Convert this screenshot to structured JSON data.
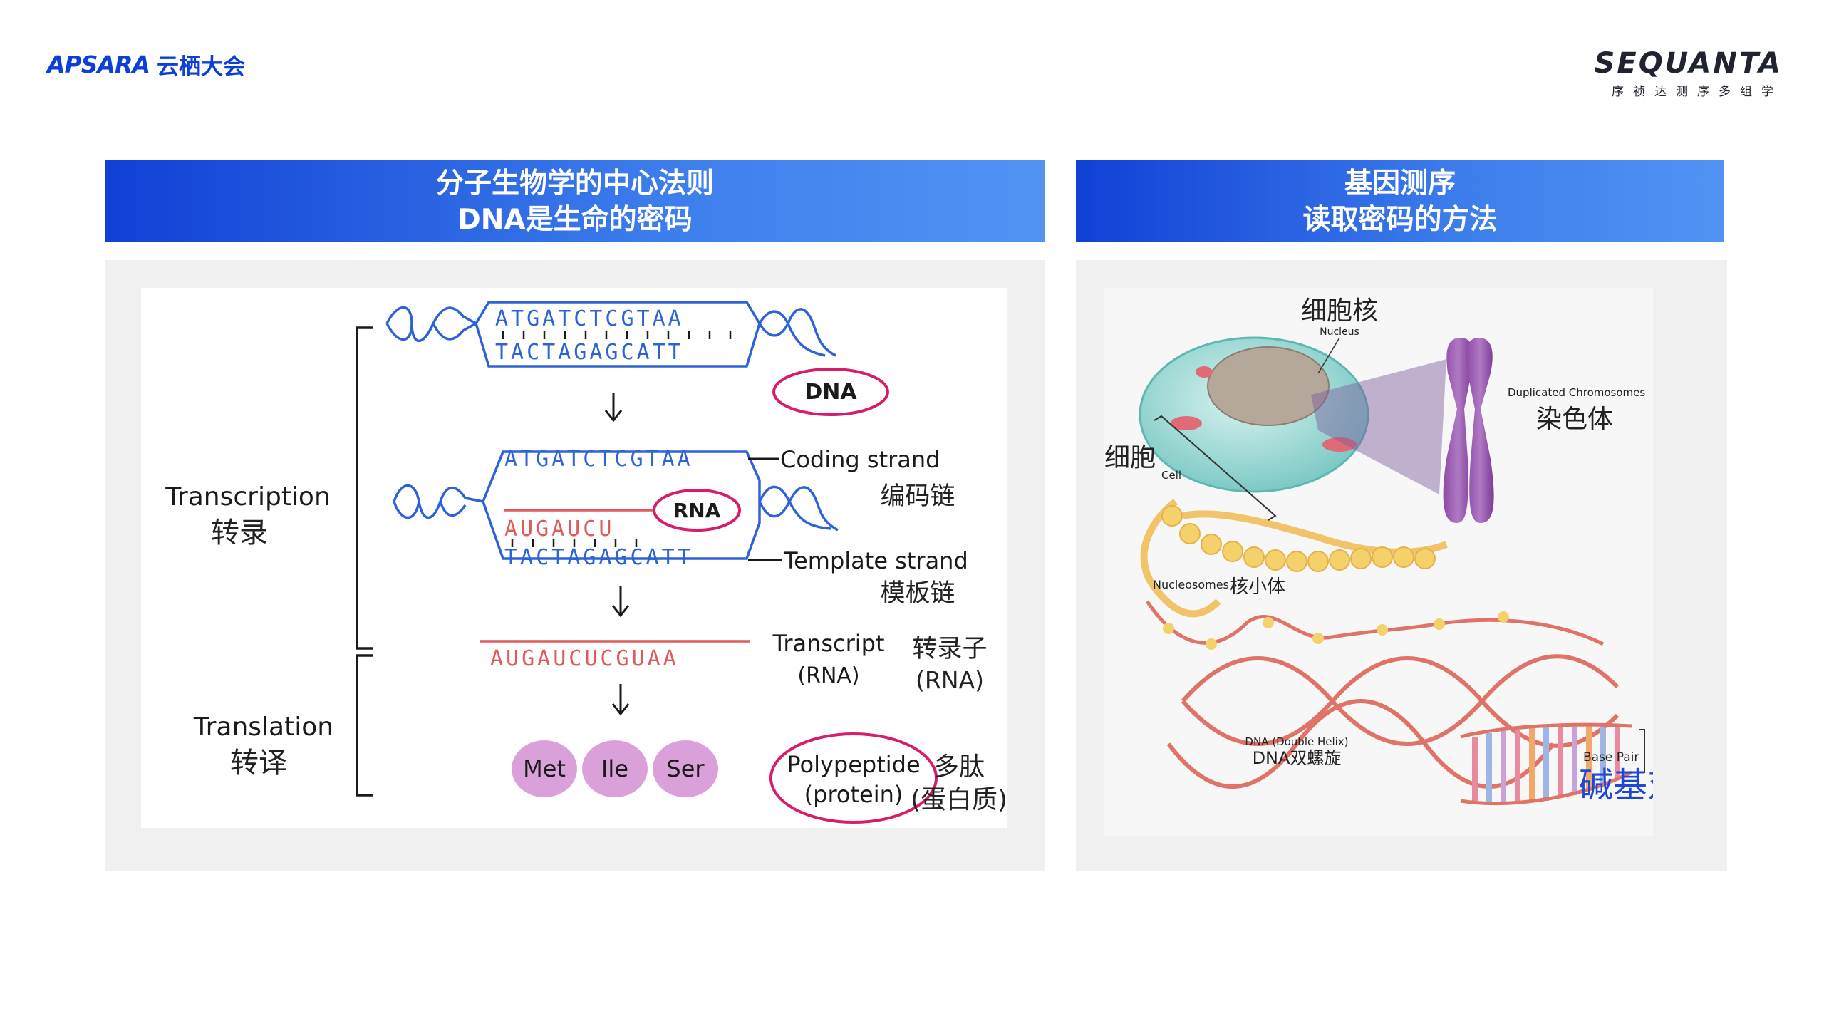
{
  "logos": {
    "apsara_word": "APSARA",
    "apsara_cn": "云栖大会",
    "sequanta_word": "SEQUANTA",
    "sequanta_cn": "序祯达测序多组学"
  },
  "left_panel": {
    "title_line1": "分子生物学的中心法则",
    "title_line2": "DNA是生命的密码",
    "figure": {
      "dna_top_strand": "ATGATCTCGTAA",
      "dna_bottom_strand": "TACTAGAGCATT",
      "dna_label": "DNA",
      "coding_top": "ATGATCTCGTAA",
      "rna_partial": "AUGAUCU",
      "rna_label": "RNA",
      "template_bottom": "TACTAGAGCATT",
      "coding_strand_label": "Coding strand",
      "coding_strand_cn": "编码链",
      "template_strand_label": "Template strand",
      "template_strand_cn": "模板链",
      "transcription_label": "Transcription",
      "transcription_cn": "转录",
      "transcript_seq": "AUGAUCUCGUAA",
      "transcript_label_line1": "Transcript",
      "transcript_label_line2": "(RNA)",
      "transcript_cn_line1": "转录子",
      "transcript_cn_line2": "(RNA)",
      "translation_label": "Translation",
      "translation_cn": "转译",
      "amino_acids": [
        "Met",
        "Ile",
        "Ser"
      ],
      "polypeptide_line1": "Polypeptide",
      "polypeptide_line2": "(protein)",
      "polypeptide_cn_line1": "多肽",
      "polypeptide_cn_line2": "(蛋白质)"
    }
  },
  "right_panel": {
    "title_line1": "基因测序",
    "title_line2": "读取密码的方法",
    "figure": {
      "nucleus_cn": "细胞核",
      "nucleus_en": "Nucleus",
      "cell_cn": "细胞",
      "cell_en": "Cell",
      "chromosome_en": "Duplicated Chromosomes",
      "chromosome_cn": "染色体",
      "nucleosome_en": "Nucleosomes",
      "nucleosome_cn": "核小体",
      "dna_helix_en": "DNA (Double Helix)",
      "dna_helix_cn": "DNA双螺旋",
      "base_pair_en": "Base Pair",
      "base_pair_cn": "碱基对"
    }
  },
  "colors": {
    "brand_blue": "#0b3fd6",
    "header_gradient_start": "#1140d6",
    "header_gradient_end": "#5193f3",
    "dna_blue": "#2d63d6",
    "rna_red": "#e05a5a",
    "highlight_pink": "#d81b6a",
    "amino_purple": "#d9a0d9"
  }
}
